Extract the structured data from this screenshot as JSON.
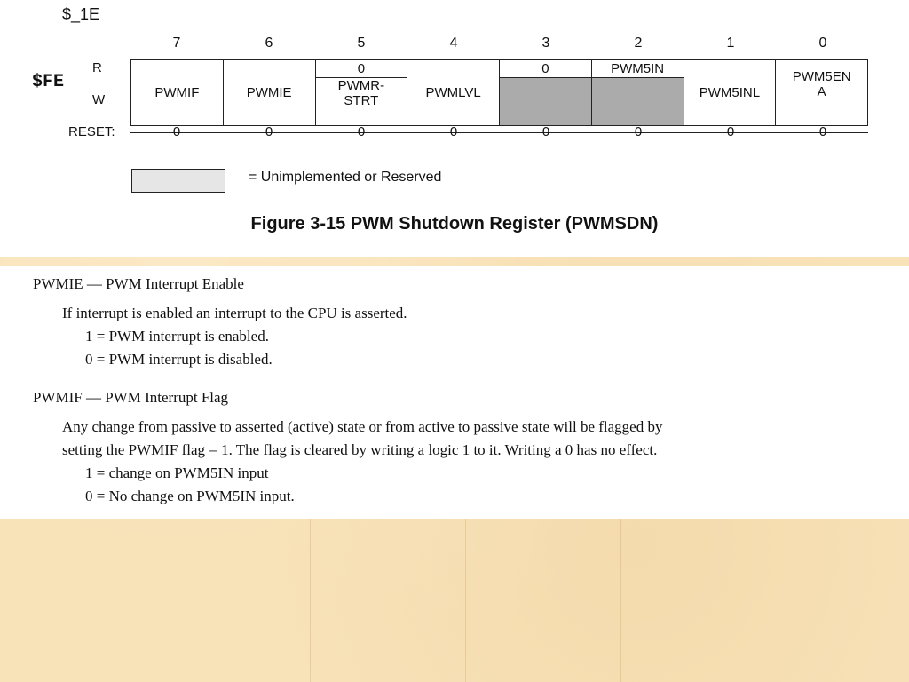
{
  "figure": {
    "address_top": "$_1E",
    "address_label": "$FE",
    "read_label": "R",
    "write_label": "W",
    "bit_numbers": [
      "7",
      "6",
      "5",
      "4",
      "3",
      "2",
      "1",
      "0"
    ],
    "bits": {
      "b7": {
        "write": "PWMIF"
      },
      "b6": {
        "write": "PWMIE"
      },
      "b5": {
        "read": "0",
        "write": "PWMR-\nSTRT"
      },
      "b4": {
        "write": "PWMLVL"
      },
      "b3": {
        "read": "0"
      },
      "b2": {
        "read": "PWM5IN"
      },
      "b1": {
        "write": "PWM5INL"
      },
      "b0": {
        "write": "PWM5EN\nA"
      }
    },
    "reset_label": "RESET:",
    "reset_values": [
      "0",
      "0",
      "0",
      "0",
      "0",
      "0",
      "0",
      "0"
    ],
    "legend_text": "= Unimplemented or Reserved",
    "caption": "Figure 3-15  PWM Shutdown Register (PWMSDN)"
  },
  "descriptions": {
    "pwmie": {
      "heading": "PWMIE — PWM Interrupt Enable",
      "line1": "If interrupt is enabled an interrupt to the CPU is asserted.",
      "opt1": "1 = PWM interrupt is enabled.",
      "opt0": "0 = PWM interrupt is disabled."
    },
    "pwmif": {
      "heading": "PWMIF — PWM Interrupt Flag",
      "line1": "Any change from passive to asserted (active) state or from active to passive state will be flagged by",
      "line2": "setting the PWMIF flag = 1. The flag is cleared by writing a logic 1 to it. Writing a 0 has no effect.",
      "opt1": "1 = change on PWM5IN input",
      "opt0": "0 = No change on PWM5IN input."
    }
  }
}
